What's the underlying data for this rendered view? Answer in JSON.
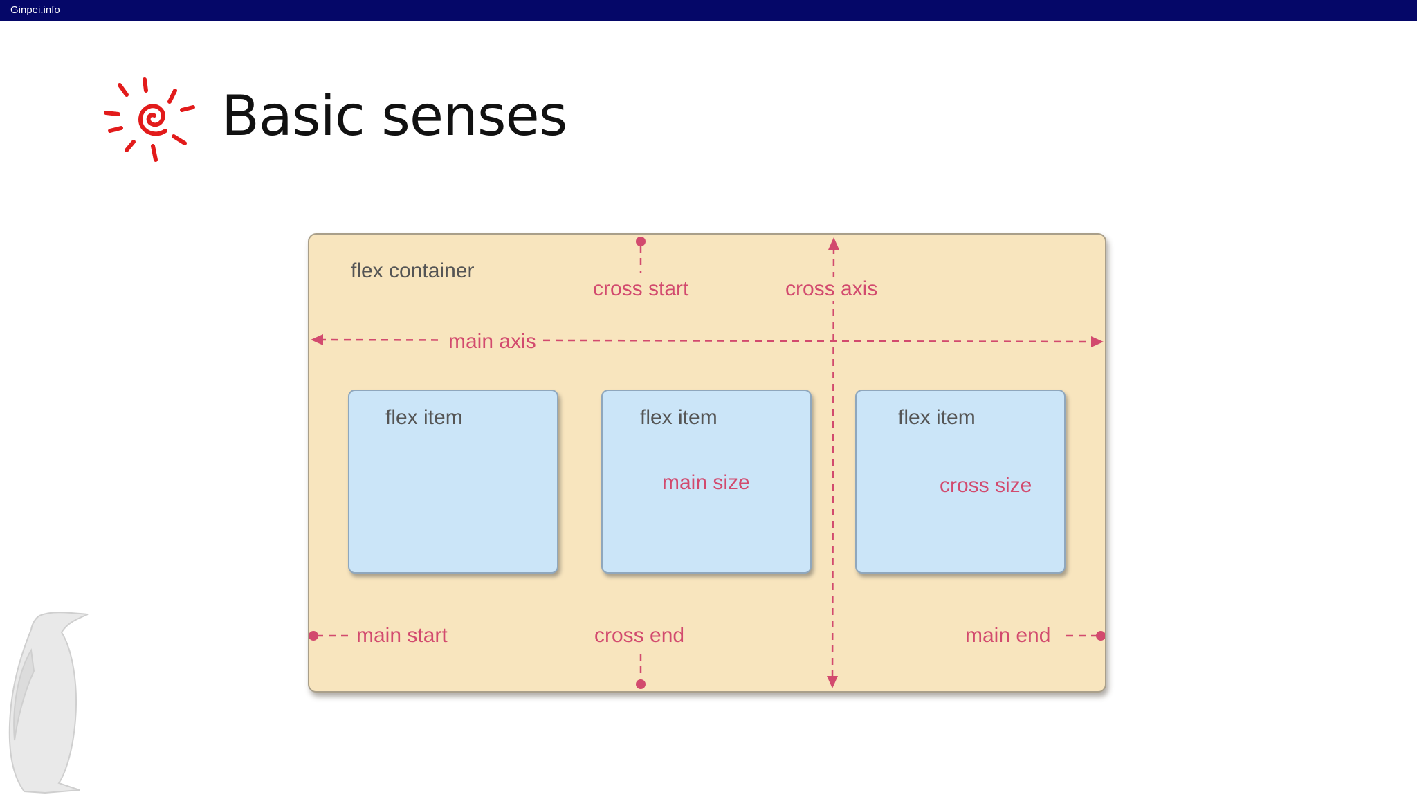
{
  "header": {
    "site": "Ginpei.info"
  },
  "slide": {
    "title": "Basic senses"
  },
  "diagram": {
    "container_label": "flex container",
    "items": [
      {
        "label": "flex item"
      },
      {
        "label": "flex item"
      },
      {
        "label": "flex item"
      }
    ],
    "labels": {
      "cross_start": "cross start",
      "cross_axis": "cross axis",
      "main_axis": "main axis",
      "main_size": "main size",
      "cross_size": "cross size",
      "main_start": "main start",
      "cross_end": "cross end",
      "main_end": "main end"
    },
    "colors": {
      "container": "#f8e5be",
      "item": "#cbe5f8",
      "annotation": "#d24a6e",
      "topbar": "#050768",
      "logo": "#e21b1b"
    }
  },
  "icons": {
    "logo": "spiral-sun-icon",
    "mascot": "penguin-icon"
  }
}
